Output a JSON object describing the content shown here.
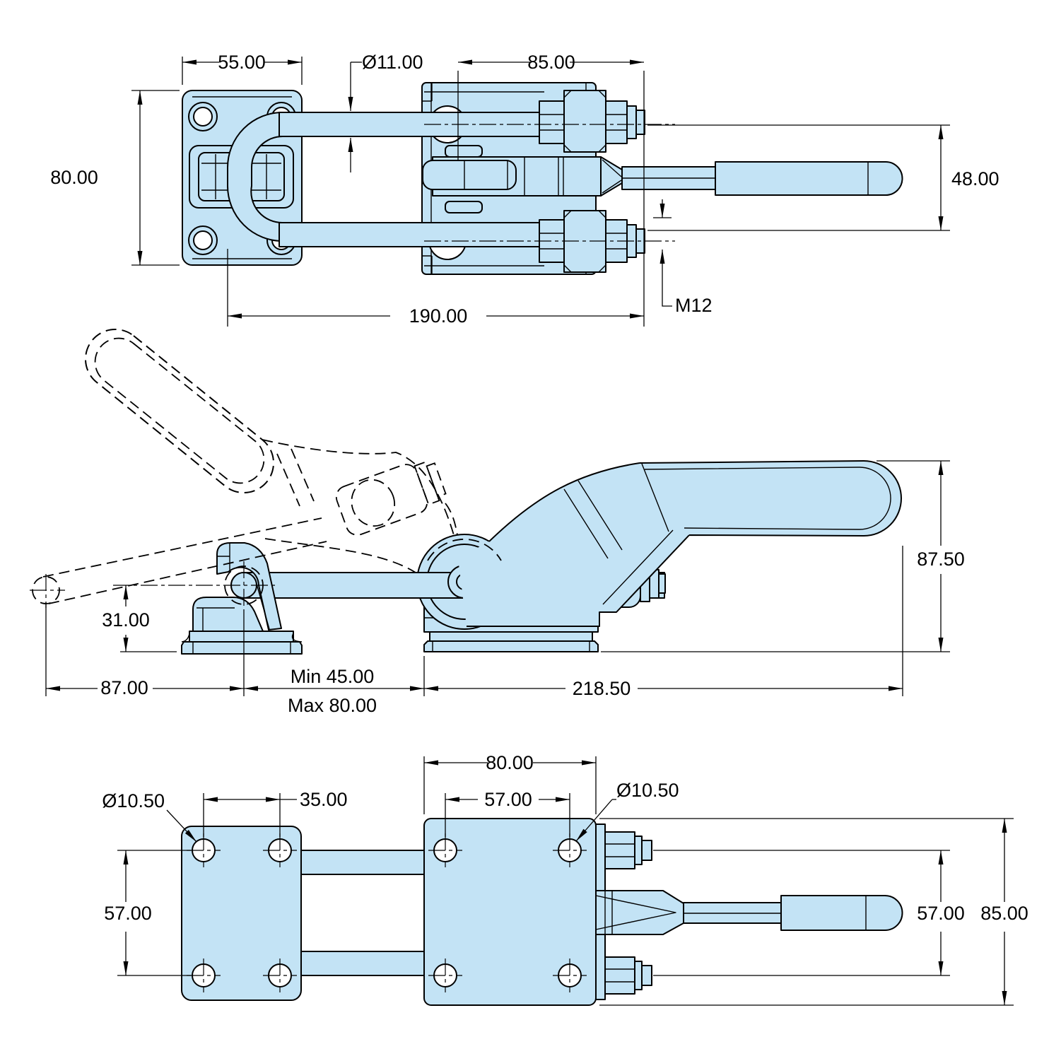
{
  "drawing": {
    "colors": {
      "part_fill": "#c3e3f5",
      "line": "#000000",
      "background": "#ffffff"
    },
    "views": {
      "top": {
        "dims": {
          "catch_plate_width": "55.00",
          "u_bolt_diameter": "Ø11.00",
          "pivot_to_spindle_end": "85.00",
          "catch_plate_height": "80.00",
          "spindle_width": "48.00",
          "overall_length": "190.00",
          "spindle_thread": "M12"
        }
      },
      "side": {
        "dims": {
          "overall_height": "87.50",
          "bar_centerline_height": "31.00",
          "catch_reach": "87.00",
          "clamping_range_min": "Min 45.00",
          "clamping_range_max": "Max 80.00",
          "body_length": "218.50"
        }
      },
      "bottom": {
        "dims": {
          "catch_hole_diameter": "Ø10.50",
          "catch_hole_pitch": "35.00",
          "catch_hole_row_pitch": "57.00",
          "base_plate_width": "80.00",
          "base_hole_pitch": "57.00",
          "base_hole_diameter": "Ø10.50",
          "base_hole_row_pitch": "57.00",
          "base_plate_height": "85.00"
        }
      }
    }
  }
}
